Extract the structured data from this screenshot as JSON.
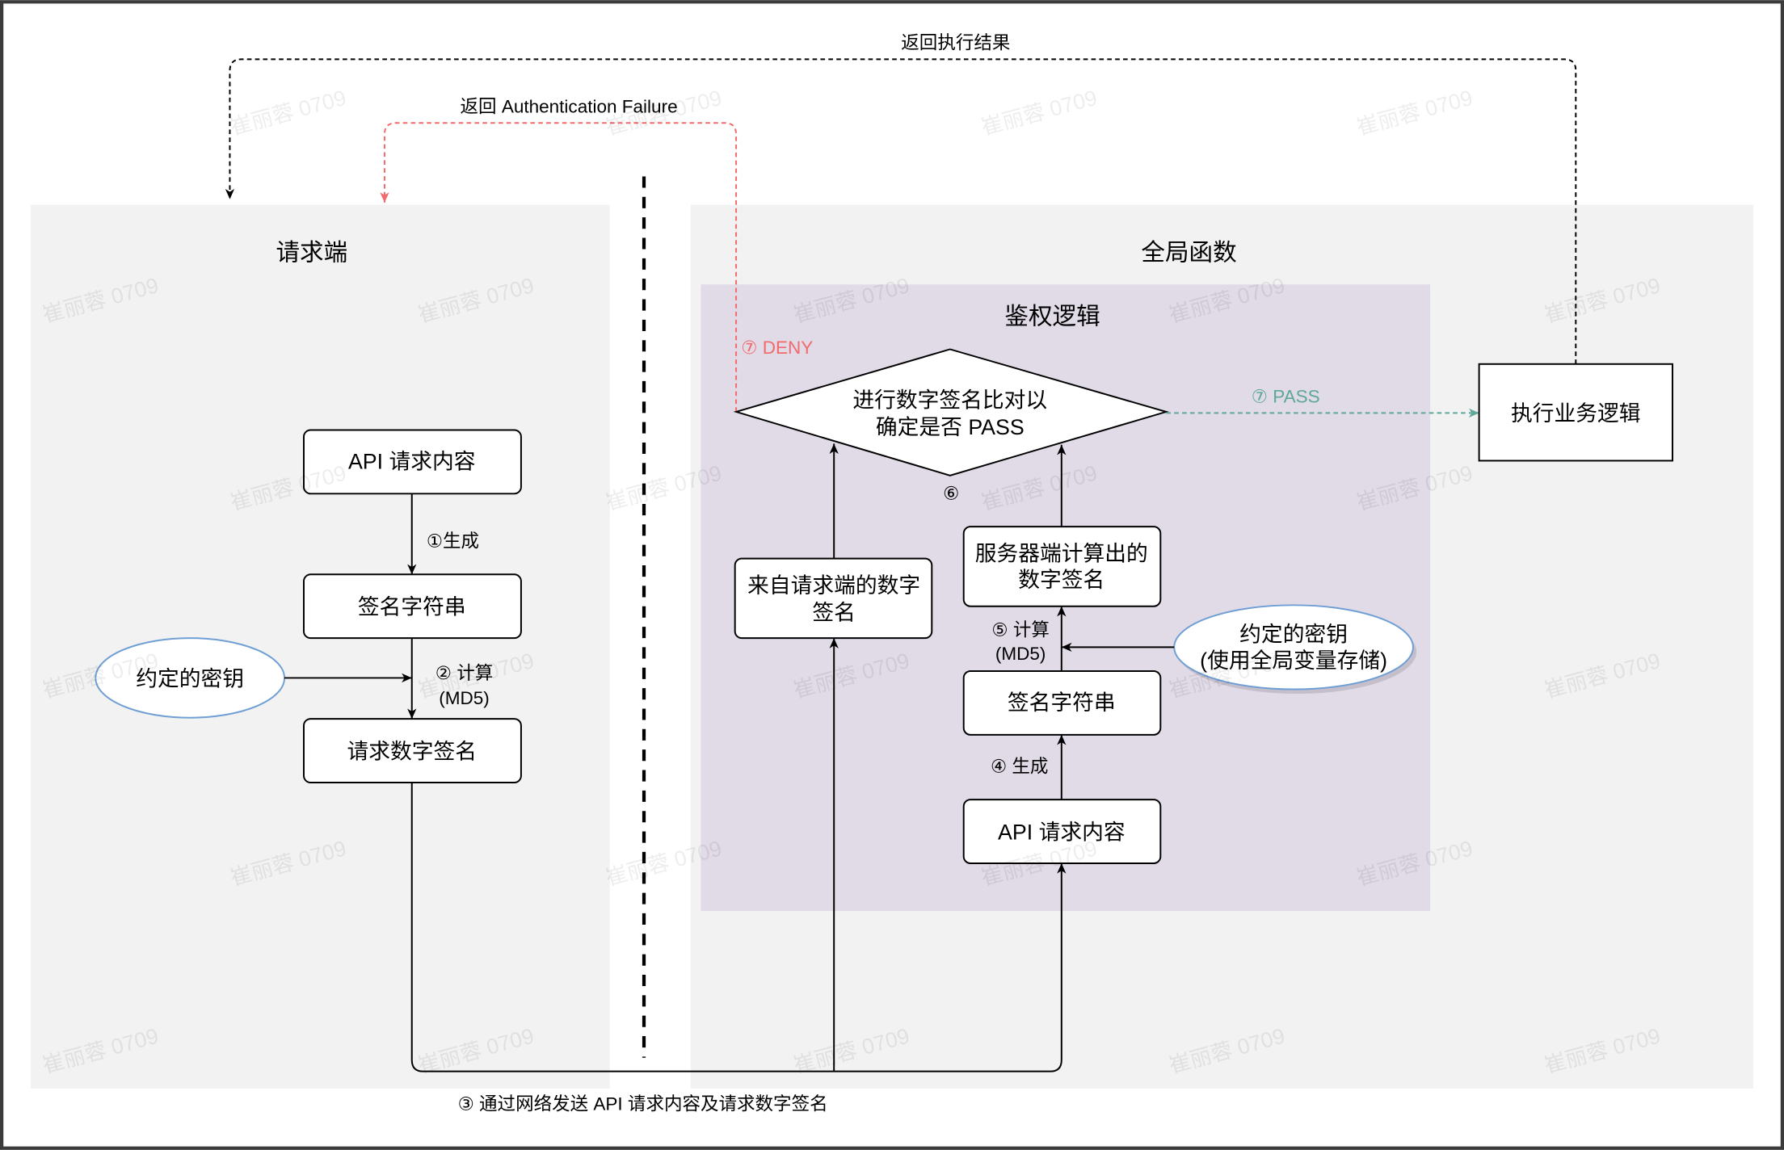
{
  "diagram": {
    "return_result_label": "返回执行结果",
    "return_failure_label": "返回 Authentication Failure",
    "client": {
      "title": "请求端",
      "api_request": "API 请求内容",
      "step1_label": "①生成",
      "sign_string": "签名字符串",
      "secret_key": "约定的密钥",
      "step2_label": [
        "② 计算",
        "(MD5)"
      ],
      "request_signature": "请求数字签名"
    },
    "network_label": "③ 通过网络发送 API 请求内容及请求数字签名",
    "server": {
      "title": "全局函数",
      "auth_logic": {
        "title": "鉴权逻辑",
        "compare": [
          "进行数字签名比对以",
          "确定是否 PASS"
        ],
        "step6_label": "⑥",
        "client_signature": [
          "来自请求端的数字",
          "签名"
        ],
        "server_signature": [
          "服务器端计算出的",
          "数字签名"
        ],
        "step5_label": [
          "⑤ 计算",
          "(MD5)"
        ],
        "secret_key": [
          "约定的密钥",
          "(使用全局变量存储)"
        ],
        "sign_string": "签名字符串",
        "step4_label": "④ 生成",
        "api_request": "API 请求内容"
      },
      "deny_label": "⑦ DENY",
      "pass_label": "⑦ PASS",
      "business_logic": "执行业务逻辑"
    },
    "watermark": "崔丽蓉 0709"
  },
  "colors": {
    "panel_bg": "#f1f2f1",
    "auth_bg": "#e1dae7",
    "deny": "#f26a6a",
    "pass": "#5ea89a",
    "key_border": "#6f9fd4"
  }
}
